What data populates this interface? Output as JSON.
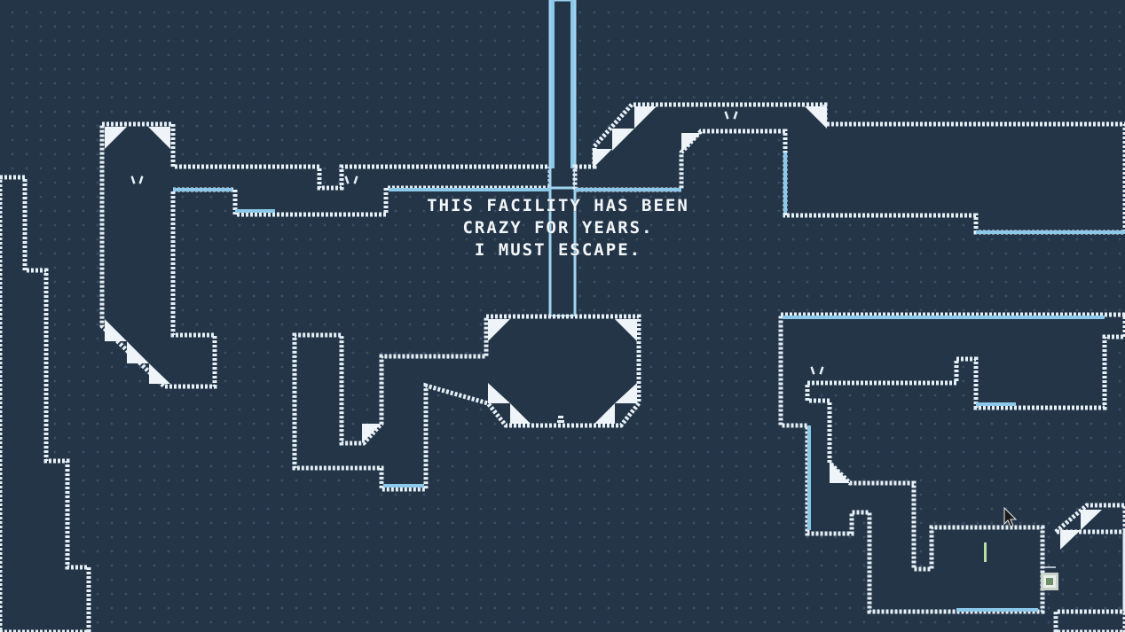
{
  "game": {
    "dialogue": {
      "line1": "THIS FACILITY HAS BEEN",
      "line2": "CRAZY FOR YEARS.",
      "line3": "I MUST ESCAPE."
    }
  },
  "entities": {
    "player": "player-character",
    "switch": "exit-switch",
    "beam": "light-beam",
    "cursor": "mouse-cursor-icon"
  },
  "colors": {
    "background": "#243548",
    "wall_edge": "#e6f0f6",
    "water_highlight": "#8cc8ea",
    "beam": "#b9e0a0"
  }
}
